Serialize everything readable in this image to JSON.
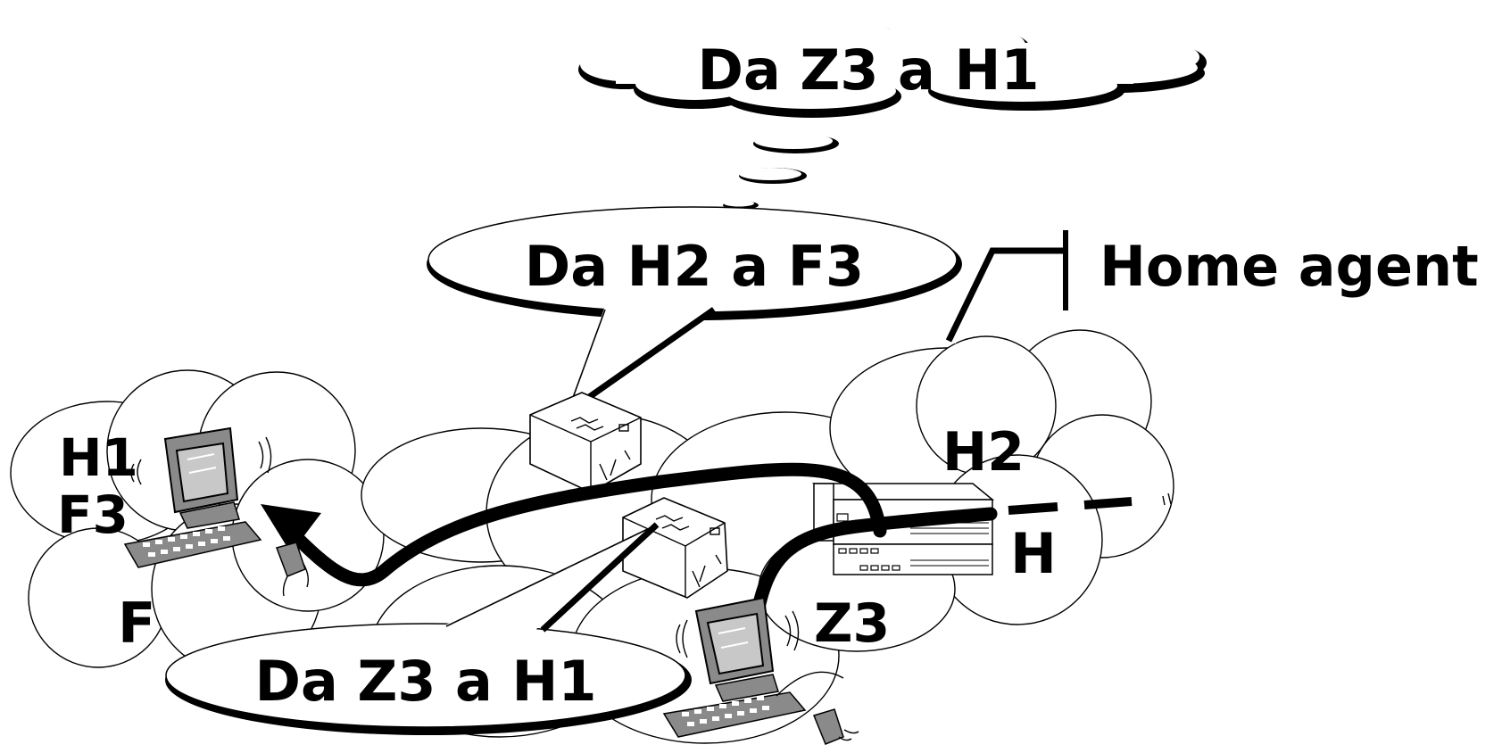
{
  "labels": {
    "thought_top": "Da Z3 a H1",
    "bubble_middle": "Da H2 a F3",
    "bubble_bottom": "Da Z3 a H1",
    "home_agent": "Home agent",
    "h1": "H1",
    "f3": "F3",
    "f": "F",
    "h2": "H2",
    "h": "H",
    "z3": "Z3"
  },
  "icons": {
    "computer_left": "desktop-computer-icon",
    "computer_bottom": "desktop-computer-icon",
    "router_upper": "router-icon",
    "router_lower": "router-icon",
    "home_agent_server": "server-icon"
  },
  "colors": {
    "ink": "#000000",
    "monitor_gray": "#8a8a8a",
    "background": "#ffffff"
  }
}
